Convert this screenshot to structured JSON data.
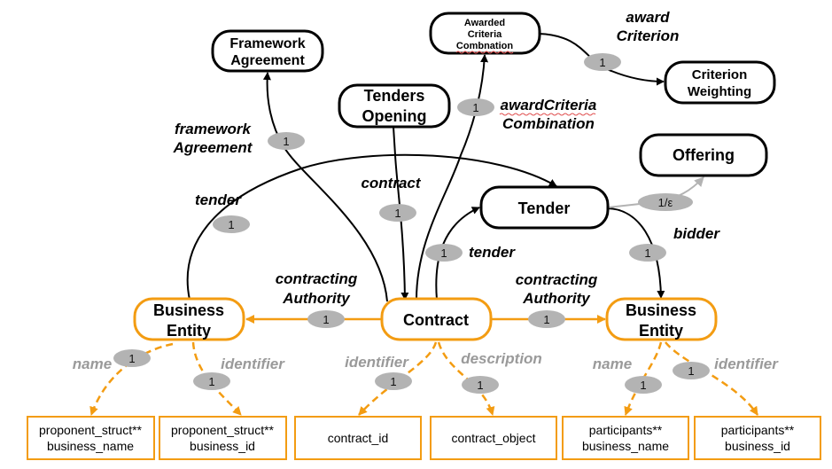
{
  "nodes": {
    "framework_agreement": {
      "line1": "Framework",
      "line2": "Agreement"
    },
    "tenders_opening": {
      "line1": "Tenders",
      "line2": "Opening"
    },
    "awarded_criteria": {
      "line1": "Awarded",
      "line2": "Criteria",
      "line3": "Combnation"
    },
    "criterion_weighting": {
      "line1": "Criterion",
      "line2": "Weighting"
    },
    "offering": {
      "label": "Offering"
    },
    "tender": {
      "label": "Tender"
    },
    "contract": {
      "label": "Contract"
    },
    "business_entity_left": {
      "line1": "Business",
      "line2": "Entity"
    },
    "business_entity_right": {
      "line1": "Business",
      "line2": "Entity"
    }
  },
  "edges": {
    "framework_agreement": {
      "line1": "framework",
      "line2": "Agreement",
      "cardinality": "1"
    },
    "contract_tenders_opening": {
      "label": "contract",
      "cardinality": "1"
    },
    "award_criteria_combination": {
      "line1": "awardCriteria",
      "line2": "Combination",
      "cardinality": "1"
    },
    "award_criterion": {
      "line1": "award",
      "line2": "Criterion",
      "cardinality": "1"
    },
    "tender_from_entity": {
      "label": "tender",
      "cardinality": "1"
    },
    "tender_from_contract": {
      "label": "tender",
      "cardinality": "1"
    },
    "tender_offering": {
      "cardinality": "1/ε"
    },
    "bidder": {
      "label": "bidder",
      "cardinality": "1"
    },
    "contracting_authority_left": {
      "line1": "contracting",
      "line2": "Authority",
      "cardinality": "1"
    },
    "contracting_authority_right": {
      "line1": "contracting",
      "line2": "Authority",
      "cardinality": "1"
    }
  },
  "attributes": {
    "left_name": {
      "label": "name",
      "cardinality": "1",
      "line1": "proponent_struct**",
      "line2": "business_name"
    },
    "left_identifier": {
      "label": "identifier",
      "cardinality": "1",
      "line1": "proponent_struct**",
      "line2": "business_id"
    },
    "contract_identifier": {
      "label": "identifier",
      "cardinality": "1",
      "line1": "contract_id"
    },
    "contract_description": {
      "label": "description",
      "cardinality": "1",
      "line1": "contract_object"
    },
    "right_name": {
      "label": "name",
      "cardinality": "1",
      "line1": "participants**",
      "line2": "business_name"
    },
    "right_identifier": {
      "label": "identifier",
      "cardinality": "1",
      "line1": "participants**",
      "line2": "business_id"
    }
  },
  "colors": {
    "node_stroke": "#000000",
    "entity_stroke": "#f39c12",
    "attribute_edge": "#f39c12",
    "badge_fill": "#b3b3b3",
    "attribute_label": "#9a9a9a",
    "optional_edge": "#b3b3b3"
  }
}
